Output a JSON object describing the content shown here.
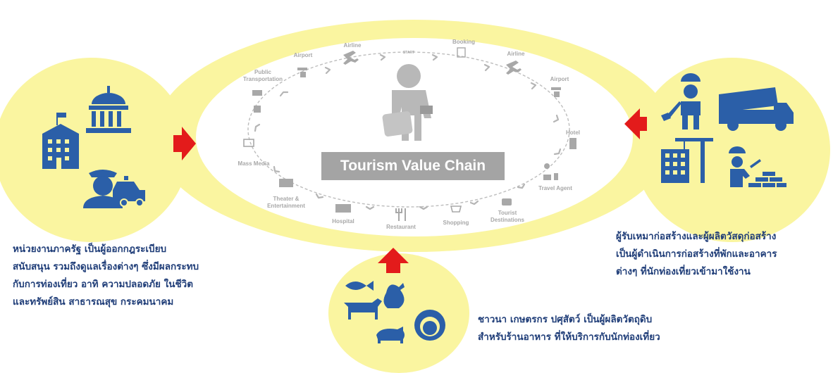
{
  "center": {
    "title": "Tourism Value Chain",
    "start_label": "START",
    "stages": [
      {
        "id": "airline_top",
        "label": "Airline",
        "icon": "plane-icon"
      },
      {
        "id": "booking",
        "label": "Booking",
        "icon": "booking-icon"
      },
      {
        "id": "airline_right",
        "label": "Airline",
        "icon": "plane-icon"
      },
      {
        "id": "airport_right",
        "label": "Airport",
        "icon": "airport-icon"
      },
      {
        "id": "hotel",
        "label": "Hotel",
        "icon": "hotel-icon"
      },
      {
        "id": "travel_agent",
        "label": "Travel Agent",
        "icon": "travel-agent-icon"
      },
      {
        "id": "tourist_destinations",
        "label": "Tourist\nDestinations",
        "icon": "camera-icon"
      },
      {
        "id": "shopping",
        "label": "Shopping",
        "icon": "shopping-cart-icon"
      },
      {
        "id": "restaurant",
        "label": "Restaurant",
        "icon": "cutlery-icon"
      },
      {
        "id": "hospital",
        "label": "Hospital",
        "icon": "hospital-icon"
      },
      {
        "id": "theater",
        "label": "Theater &\nEntertainment",
        "icon": "theater-icon"
      },
      {
        "id": "mass_media",
        "label": "Mass Media",
        "icon": "tv-icon"
      },
      {
        "id": "public_transport",
        "label": "Public\nTransportation",
        "icon": "taxi-bus-icon"
      },
      {
        "id": "airport_left",
        "label": "Airport",
        "icon": "airport-icon"
      }
    ]
  },
  "captions": {
    "government": "หน่วยงานภาครัฐ เป็นผู้ออกกฎระเบียบ\nสนับสนุน รวมถึงดูแลเรื่องต่างๆ ซึ่งมีผลกระทบ\nกับการท่องเที่ยว อาทิ ความปลอดภัย ในชีวิต\nและทรัพย์สิน สาธารณสุข กระคมนาคม",
    "construction": "ผู้รับเหมาก่อสร้างและผู้ผลิตวัสดุก่อสร้าง\nเป็นผู้ดำเนินการก่อสร้างที่พักและอาคาร\nต่างๆ ที่นักท่องเที่ยวเข้ามาใช้งาน",
    "agriculture": "ชาวนา เกษตรกร ปศุสัตว์ เป็นผู้ผลิตวัตถุดิบ\nสำหรับร้านอาหาร ที่ให้บริการกับนักท่องเที่ยว"
  },
  "colors": {
    "blob": "#faf5a0",
    "icon_blue": "#2b5fa8",
    "arrow_red": "#e31b1b",
    "text_blue": "#1f3d78",
    "grey": "#a4a4a4"
  }
}
